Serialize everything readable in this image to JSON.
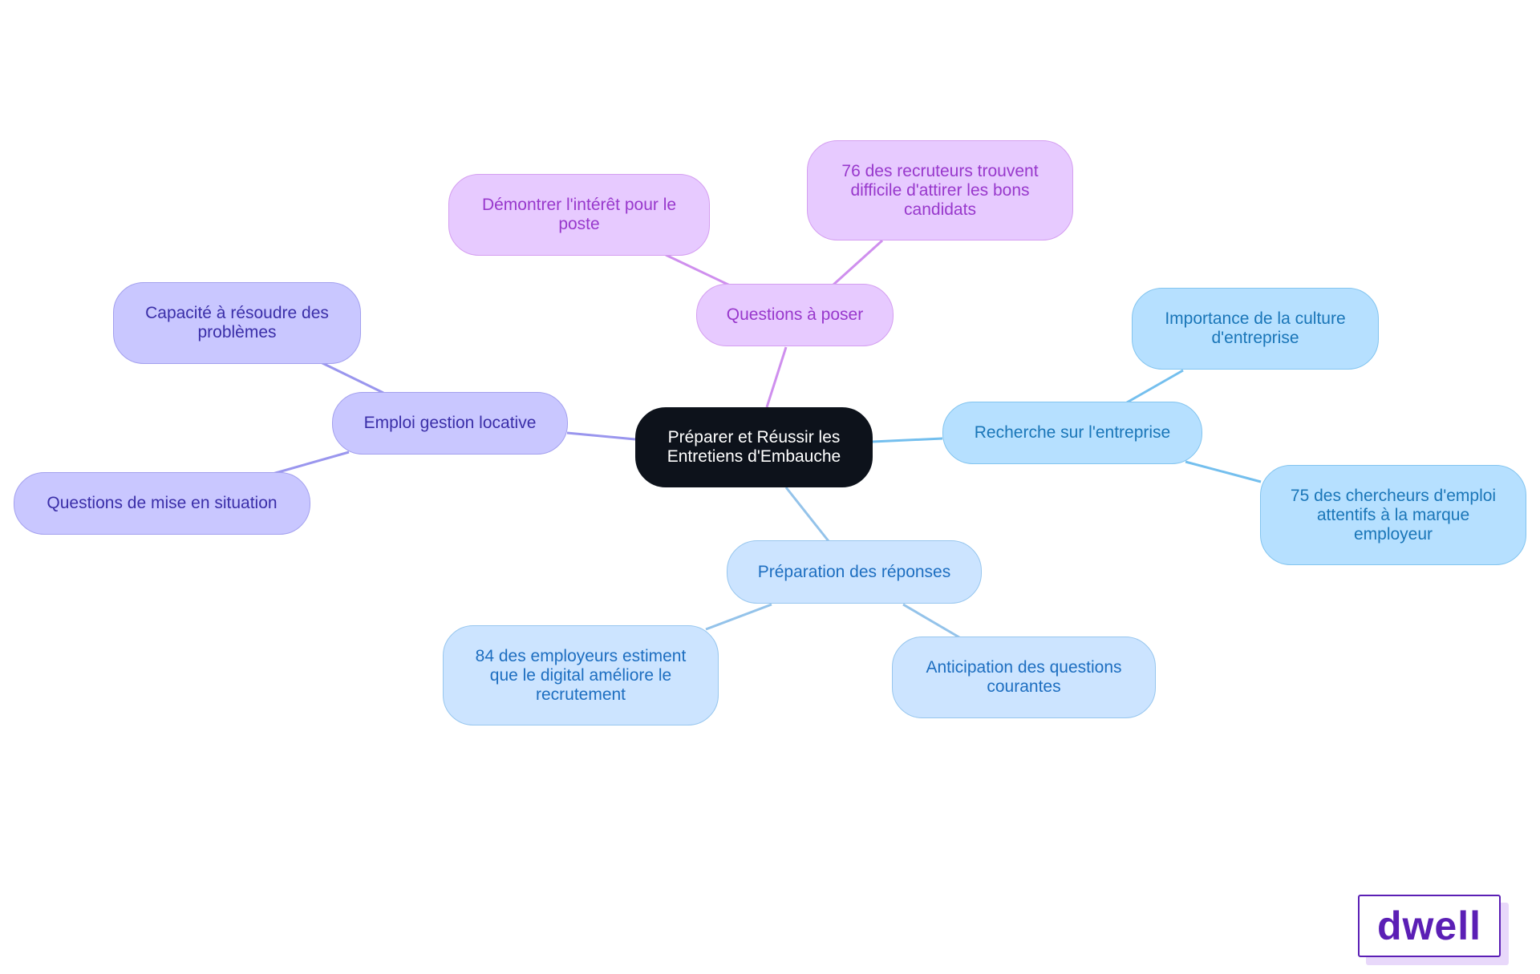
{
  "root": {
    "label": "Préparer et Réussir les Entretiens d'Embauche"
  },
  "branches": {
    "questions": {
      "label": "Questions à poser",
      "children": [
        "Démontrer l'intérêt pour le poste",
        "76 des recruteurs trouvent difficile d'attirer les bons candidats"
      ]
    },
    "emploi": {
      "label": "Emploi gestion locative",
      "children": [
        "Capacité à résoudre des problèmes",
        "Questions de mise en situation"
      ]
    },
    "recherche": {
      "label": "Recherche sur l'entreprise",
      "children": [
        "Importance de la culture d'entreprise",
        "75 des chercheurs d'emploi attentifs à la marque employeur"
      ]
    },
    "preparation": {
      "label": "Préparation des réponses",
      "children": [
        "84 des employeurs estiment que le digital améliore le recrutement",
        "Anticipation des questions courantes"
      ]
    }
  },
  "colors": {
    "purple_edge": "#cf8fee",
    "indigo_edge": "#9a96ee",
    "sky_edge": "#74bfee",
    "blue_edge": "#94c3ea"
  },
  "logo": {
    "text": "dwell"
  }
}
